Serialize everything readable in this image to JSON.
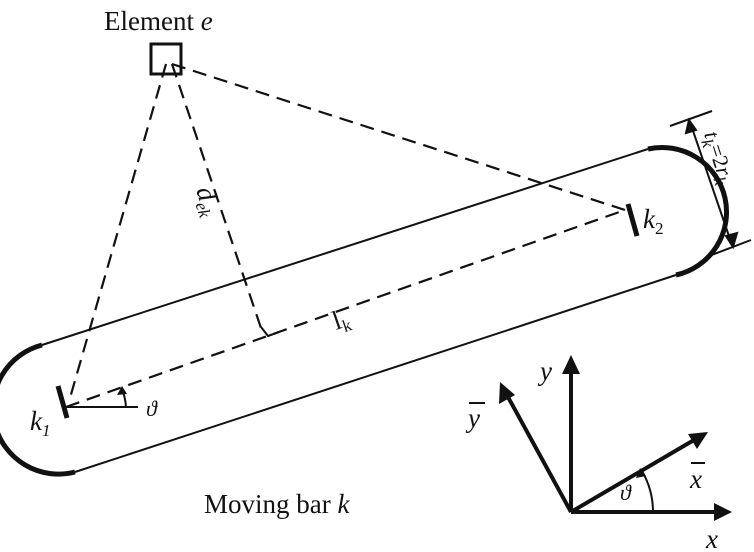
{
  "labels": {
    "element": "Element",
    "element_symbol": "e",
    "distance_main": "d",
    "distance_sub": "ek",
    "length_main": "l",
    "length_sub": "k",
    "endpoint1_main": "k",
    "endpoint1_sub": "1",
    "endpoint2_main": "k",
    "endpoint2_sub": "2",
    "thickness_t": "t",
    "thickness_t_sub": "k",
    "thickness_eq": "=2",
    "thickness_r": "r",
    "thickness_r_sub": "k",
    "angle_bar": "ϑ",
    "angle_axes": "ϑ",
    "caption_text": "Moving bar ",
    "caption_symbol": "k",
    "axis_x": "x",
    "axis_y": "y",
    "axis_xbar": "x",
    "axis_ybar": "y"
  },
  "colors": {
    "stroke": "#111111",
    "background": "#ffffff"
  }
}
